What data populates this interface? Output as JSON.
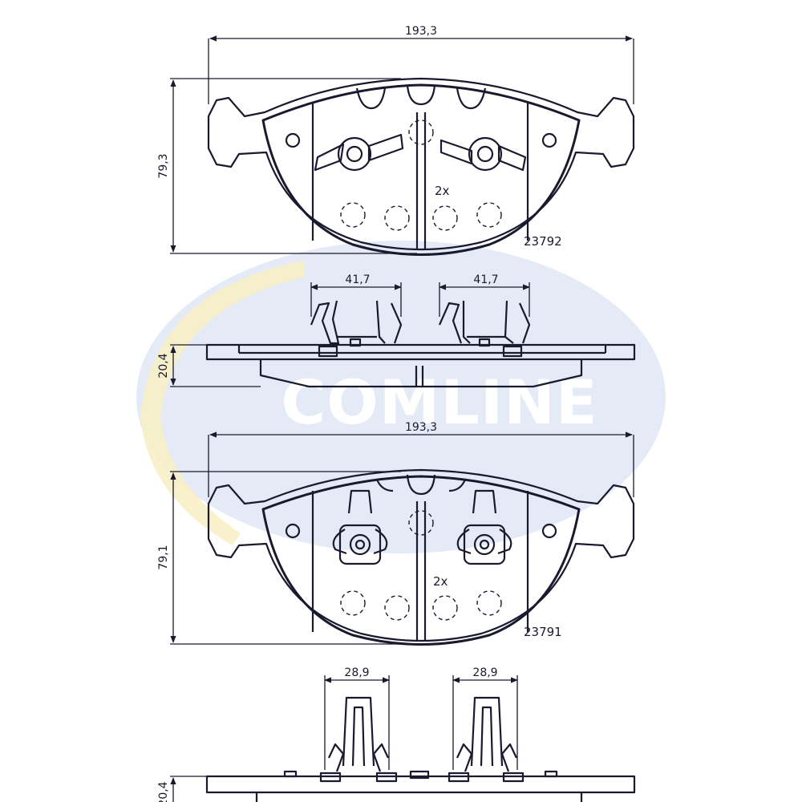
{
  "watermark": {
    "text": "COMLINE",
    "blue": "#dfe7f5",
    "yellow": "#f7f0c6"
  },
  "colors": {
    "line": "#1a1a2e"
  },
  "top_pad": {
    "width_dim": "193,3",
    "height_dim": "79,3",
    "qty": "2x",
    "part_number": "23792",
    "side": {
      "clip_left": "41,7",
      "clip_right": "41,7",
      "thickness": "20,4"
    }
  },
  "bottom_pad": {
    "width_dim": "193,3",
    "height_dim": "79,1",
    "qty": "2x",
    "part_number": "23791",
    "side": {
      "clip_left": "28,9",
      "clip_right": "28,9",
      "thickness": "20,4"
    }
  }
}
